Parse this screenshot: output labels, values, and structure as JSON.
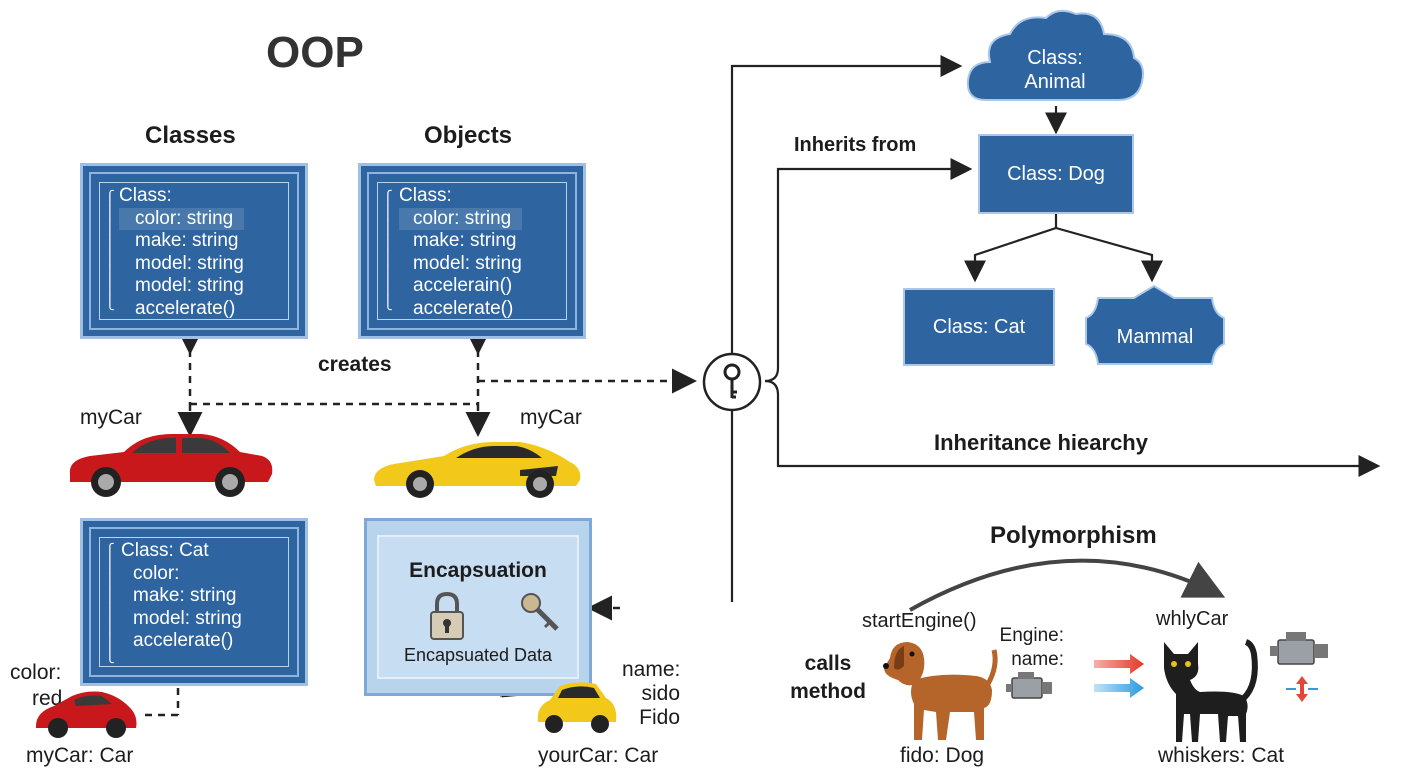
{
  "title": "OOP",
  "classes": {
    "heading": "Classes",
    "lines": [
      "Class:",
      "color: string",
      "make: string",
      "model: string",
      "model: string",
      "accelerate()"
    ]
  },
  "objects": {
    "heading": "Objects",
    "lines": [
      "Class:",
      "color: string",
      "make: string",
      "model: string",
      "accelerain()",
      "accelerate()"
    ]
  },
  "creates_label": "creates",
  "mycar_left": "myCar",
  "mycar_right": "myCar",
  "cat_class": {
    "lines": [
      "Class: Cat",
      "color:",
      "make: string",
      "model: string",
      "accelerate()"
    ]
  },
  "encapsulation": {
    "title": "Encapsuation",
    "data_label": "Encapsuated Data"
  },
  "bottom_left": {
    "color_label": "color:",
    "color_value": "red",
    "caption": "myCar: Car"
  },
  "bottom_mid": {
    "name_label": "name:",
    "name_value1": "sido",
    "name_value2": "Fido",
    "caption": "yourCar: Car"
  },
  "inheritance": {
    "animal_line1": "Class:",
    "animal_line2": "Animal",
    "inherits_label": "Inherits from",
    "dog": "Class: Dog",
    "cat": "Class: Cat",
    "mammal": "Mammal",
    "hierarchy_label": "Inheritance hiearchy"
  },
  "polymorphism": {
    "title": "Polymorphism",
    "calls_line1": "calls",
    "calls_line2": "method",
    "start_engine": "startEngine()",
    "engine_line1": "Engine:",
    "engine_line2": "name:",
    "whlycar": "whlyCar",
    "fido": "fido: Dog",
    "whiskers": "whiskers: Cat"
  },
  "colors": {
    "panel_blue": "#2e64a0",
    "car_red": "#c8181c",
    "car_yellow": "#f2c81a",
    "dog_brown": "#b5652a",
    "cat_black": "#1e1e1e"
  }
}
